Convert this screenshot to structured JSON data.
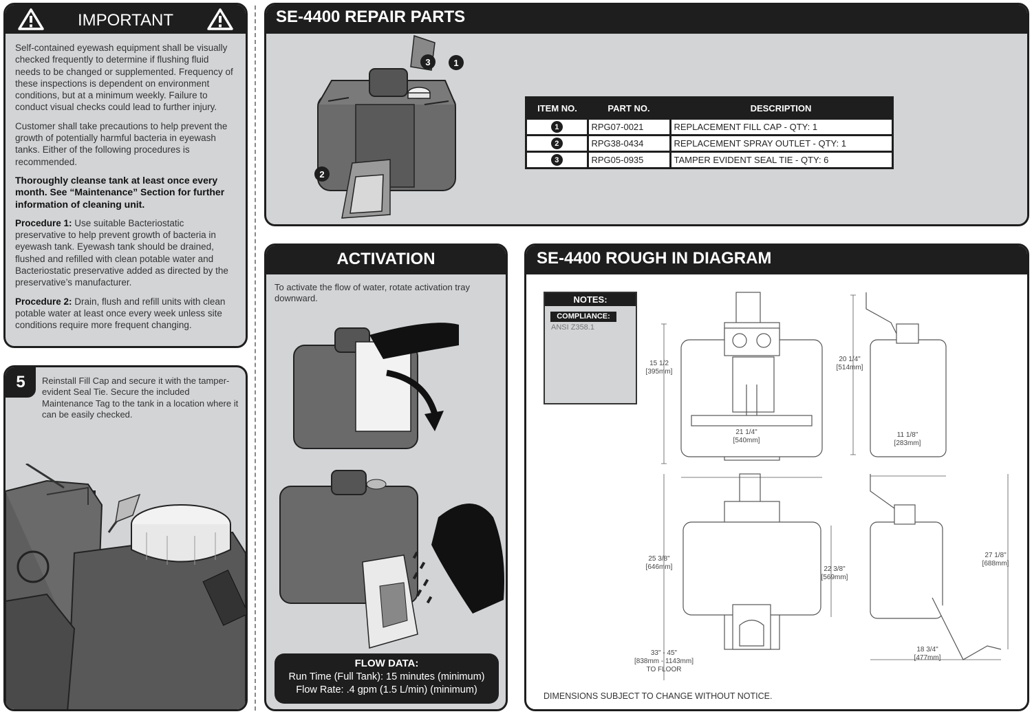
{
  "important": {
    "title": "IMPORTANT",
    "para1": "Self-contained eyewash equipment shall be visually checked frequently to determine if flushing fluid needs to be changed or supplemented. Frequency of these inspections is dependent on environment conditions, but at a minimum weekly. Failure to conduct visual checks could lead to further injury.",
    "para2": "Customer shall take precautions to help prevent the growth of potentially harmful bacteria in eyewash tanks. Either of the following procedures is recommended.",
    "bold_para": "Thoroughly cleanse tank at least once every month. See “Maintenance” Section for further information of cleaning unit.",
    "proc1_label": "Procedure 1:",
    "proc1_text": " Use suitable Bacteriostatic preservative to help prevent growth of bacteria in eyewash tank. Eyewash tank should be drained, flushed and refilled with clean potable water and Bacteriostatic preservative added as directed by the preservative’s manufacturer.",
    "proc2_label": "Procedure 2:",
    "proc2_text": " Drain, flush and refill units with clean potable water at least once every week unless site conditions require more frequent changing."
  },
  "step5": {
    "number": "5",
    "text": "Reinstall Fill Cap and secure it with the tamper-evident Seal Tie. Secure the included Maintenance Tag to the tank in a location where it can be easily checked."
  },
  "repair": {
    "title": "SE-4400 REPAIR PARTS",
    "headers": [
      "ITEM NO.",
      "PART NO.",
      "DESCRIPTION"
    ],
    "rows": [
      {
        "item": "1",
        "part": "RPG07-0021",
        "desc": "REPLACEMENT FILL CAP - QTY: 1"
      },
      {
        "item": "2",
        "part": "RPG38-0434",
        "desc": "REPLACEMENT SPRAY OUTLET - QTY: 1"
      },
      {
        "item": "3",
        "part": "RPG05-0935",
        "desc": "TAMPER EVIDENT SEAL TIE - QTY: 6"
      }
    ],
    "callouts": [
      "1",
      "2",
      "3"
    ]
  },
  "activation": {
    "title": "ACTIVATION",
    "text": "To activate the flow of water, rotate activation tray downward.",
    "flow_title": "FLOW DATA:",
    "run_time": "Run Time (Full Tank): 15 minutes (minimum)",
    "flow_rate": "Flow Rate: .4 gpm (1.5 L/min) (minimum)"
  },
  "rough": {
    "title": "SE-4400 ROUGH IN DIAGRAM",
    "notes_title": "NOTES:",
    "compliance_label": "COMPLIANCE:",
    "compliance_value": "ANSI Z358.1",
    "disclaimer": "DIMENSIONS SUBJECT TO CHANGE WITHOUT NOTICE.",
    "dims": {
      "d1_in": "15 1/2",
      "d1_mm": "[395mm]",
      "d2_in": "21 1/4\"",
      "d2_mm": "[540mm]",
      "d3_in": "20 1/4\"",
      "d3_mm": "[514mm]",
      "d4_in": "11 1/8\"",
      "d4_mm": "[283mm]",
      "d5_in": "25 3/8\"",
      "d5_mm": "[646mm]",
      "d6_in": "22 3/8\"",
      "d6_mm": "[569mm]",
      "d7_in": "33\" - 45\"",
      "d7_mm": "[838mm - 1143mm]",
      "d7_note": "TO FLOOR",
      "d8_in": "27 1/8\"",
      "d8_mm": "[688mm]",
      "d9_in": "18 3/4\"",
      "d9_mm": "[477mm]"
    }
  }
}
